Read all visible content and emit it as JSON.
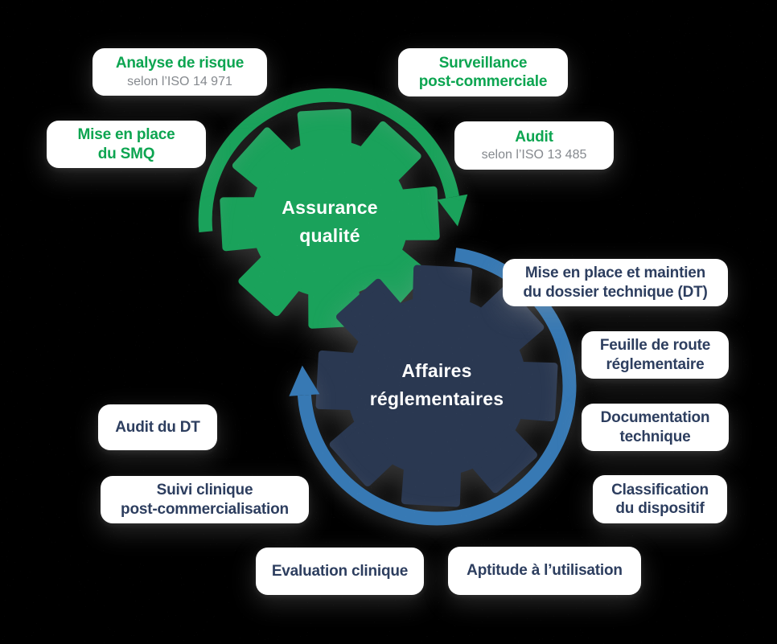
{
  "colors": {
    "background": "#000000",
    "green": "#1aa25b",
    "green-text": "#0da551",
    "navy": "#2a3851",
    "navy-text": "#2d3e5f",
    "blue": "#3779b4",
    "gray-text": "#85898e",
    "card-bg": "#ffffff",
    "gear-text": "#ffffff"
  },
  "gears": {
    "quality": {
      "label": "Assurance\nqualité"
    },
    "regulatory": {
      "label": "Affaires\nréglementaires"
    }
  },
  "cards": {
    "analyse": {
      "title": "Analyse de risque",
      "subtitle": "selon l’ISO 14 971"
    },
    "smq": {
      "title": "Mise en place\ndu SMQ"
    },
    "surveillance": {
      "title": "Surveillance\npost-commerciale"
    },
    "audit": {
      "title": "Audit",
      "subtitle": "selon l’ISO 13 485"
    },
    "mise_dt": {
      "title": "Mise en place et maintien\ndu dossier technique (DT)"
    },
    "feuille": {
      "title": "Feuille de route\nréglementaire"
    },
    "documentation": {
      "title": "Documentation\ntechnique"
    },
    "classification": {
      "title": "Classification\ndu dispositif"
    },
    "audit_dt": {
      "title": "Audit du DT"
    },
    "suivi": {
      "title": "Suivi clinique\npost-commercialisation"
    },
    "evaluation": {
      "title": "Evaluation clinique"
    },
    "aptitude": {
      "title": "Aptitude à l’utilisation"
    }
  }
}
